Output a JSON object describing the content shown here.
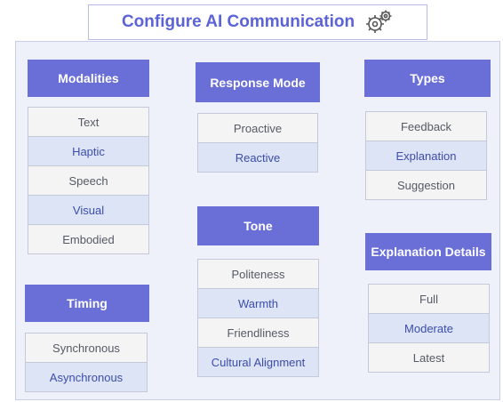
{
  "title": "Configure AI Communication",
  "icons": {
    "title_icon": "gears-icon"
  },
  "colors": {
    "header": "#6a6fd8",
    "title_text": "#5b63d6",
    "item_alt": "#dce4f5",
    "item_plain": "#f4f4f4",
    "panel_bg": "#eef1fa"
  },
  "groups": {
    "modalities": {
      "header": "Modalities",
      "items": [
        "Text",
        "Haptic",
        "Speech",
        "Visual",
        "Embodied"
      ]
    },
    "response_mode": {
      "header": "Response Mode",
      "items": [
        "Proactive",
        "Reactive"
      ]
    },
    "types": {
      "header": "Types",
      "items": [
        "Feedback",
        "Explanation",
        "Suggestion"
      ]
    },
    "timing": {
      "header": "Timing",
      "items": [
        "Synchronous",
        "Asynchronous"
      ]
    },
    "tone": {
      "header": "Tone",
      "items": [
        "Politeness",
        "Warmth",
        "Friendliness",
        "Cultural Alignment"
      ]
    },
    "explanation_details": {
      "header": "Explanation Details",
      "items": [
        "Full",
        "Moderate",
        "Latest"
      ]
    }
  }
}
